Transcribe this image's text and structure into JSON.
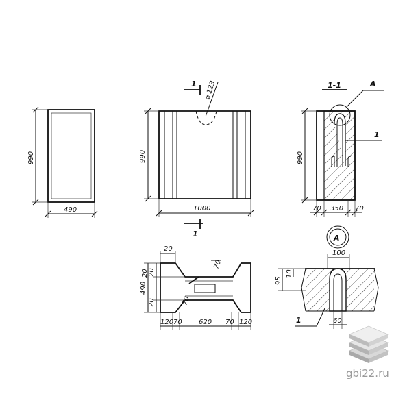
{
  "drawing": {
    "dims": {
      "front_height": "990",
      "front_width": "490",
      "side_height": "990",
      "side_width": "1000",
      "hole_dia": "⌀ 123",
      "sec_height": "990",
      "sec_left": "70",
      "sec_mid": "350",
      "sec_right": "70",
      "plan_height": "490",
      "plan_t1": "20",
      "plan_t2": "20",
      "plan_l1": "20",
      "plan_l2": "20",
      "plan_r70": "70",
      "plan_i70": "70",
      "plan_b120a": "120",
      "plan_b70a": "70",
      "plan_b620": "620",
      "plan_b70b": "70",
      "plan_b120b": "120",
      "det_100": "100",
      "det_95": "95",
      "det_10": "10",
      "det_60": "60"
    },
    "labels": {
      "cut_top": "1",
      "cut_bottom": "1",
      "section_title": "1-1",
      "callout_a": "A",
      "detail_a": "A",
      "sec_mark": "1",
      "detail_mark": "1"
    }
  },
  "watermark": {
    "text": "gbi22.ru"
  }
}
